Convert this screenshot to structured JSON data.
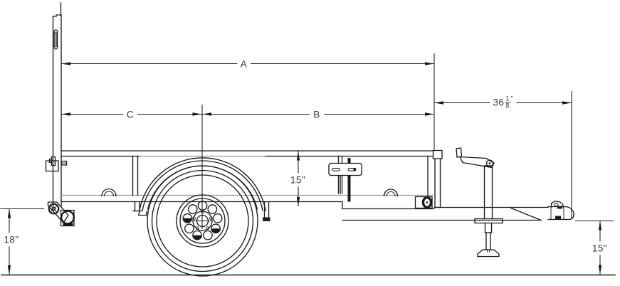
{
  "drawing": {
    "description": "Side-elevation line drawing of a single-axle utility trailer with dimension callouts",
    "dimensions": {
      "overall_bed": {
        "label": "A"
      },
      "axle_to_rear": {
        "label": "B"
      },
      "front_to_axle": {
        "label": "C"
      },
      "tongue_length": {
        "whole": "36",
        "numerator": "1",
        "denominator": "8",
        "unit": "\""
      },
      "side_rail_height": {
        "label": "15\""
      },
      "front_deck_height": {
        "label": "18\""
      },
      "coupler_height": {
        "label": "15\""
      }
    }
  },
  "colors": {
    "line": "#1b1b1b",
    "hidden_line": "#9a9a9a",
    "label": "#333a47",
    "background": "#ffffff"
  }
}
